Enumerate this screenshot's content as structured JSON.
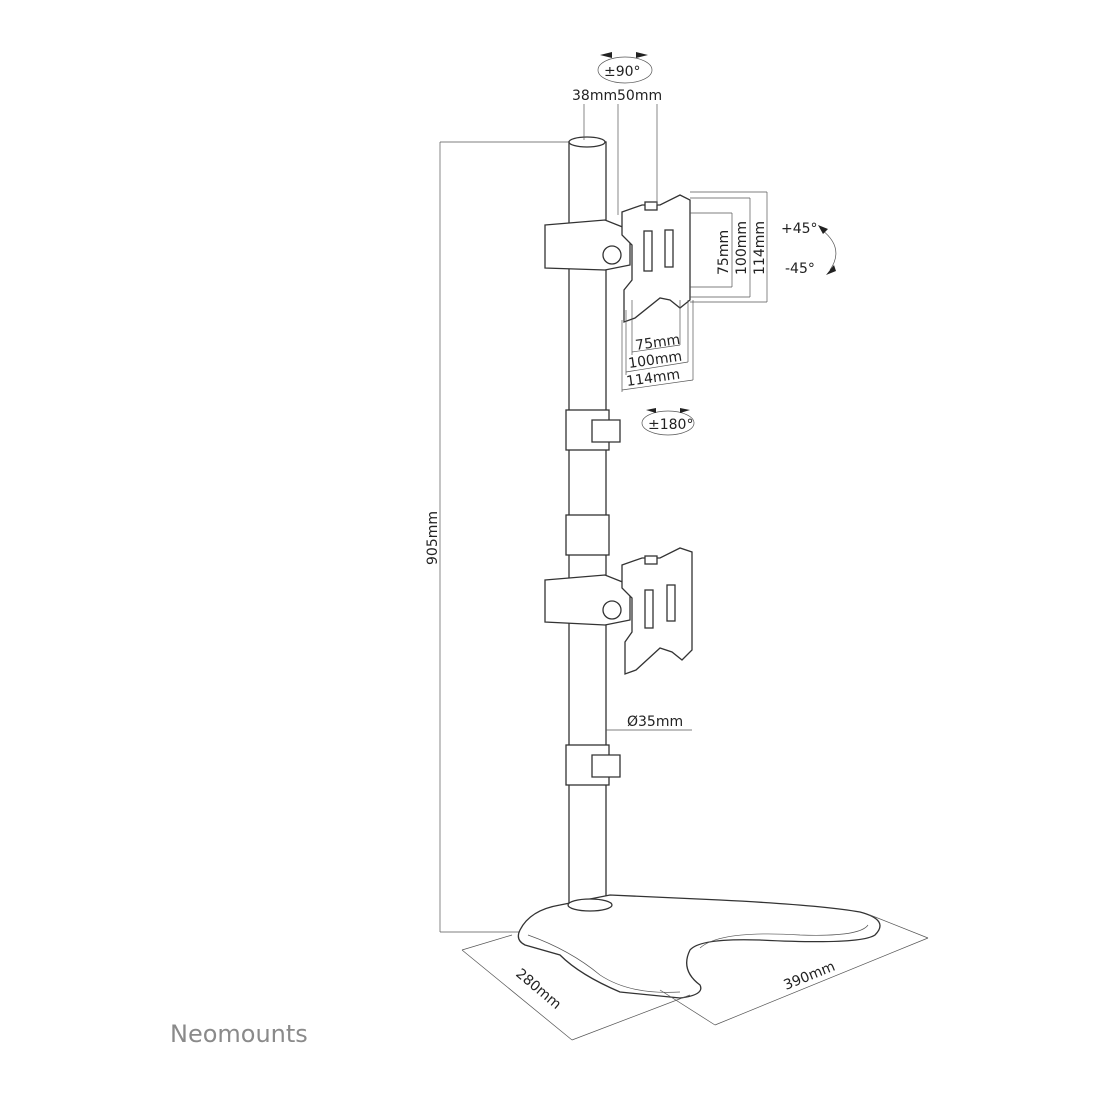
{
  "brand": "Neomounts",
  "dimensions": {
    "height": "905mm",
    "pole_diameter": "Ø35mm",
    "pole_offset_a": "38mm",
    "pole_offset_b": "50mm",
    "tilt_top": "±90°",
    "rotation": "±180°",
    "tilt_plus": "+45°",
    "tilt_minus": "-45°",
    "vesa_v_75": "75mm",
    "vesa_v_100": "100mm",
    "vesa_v_114": "114mm",
    "vesa_h_75": "75mm",
    "vesa_h_100": "100mm",
    "vesa_h_114": "114mm",
    "base_depth": "280mm",
    "base_width": "390mm"
  }
}
